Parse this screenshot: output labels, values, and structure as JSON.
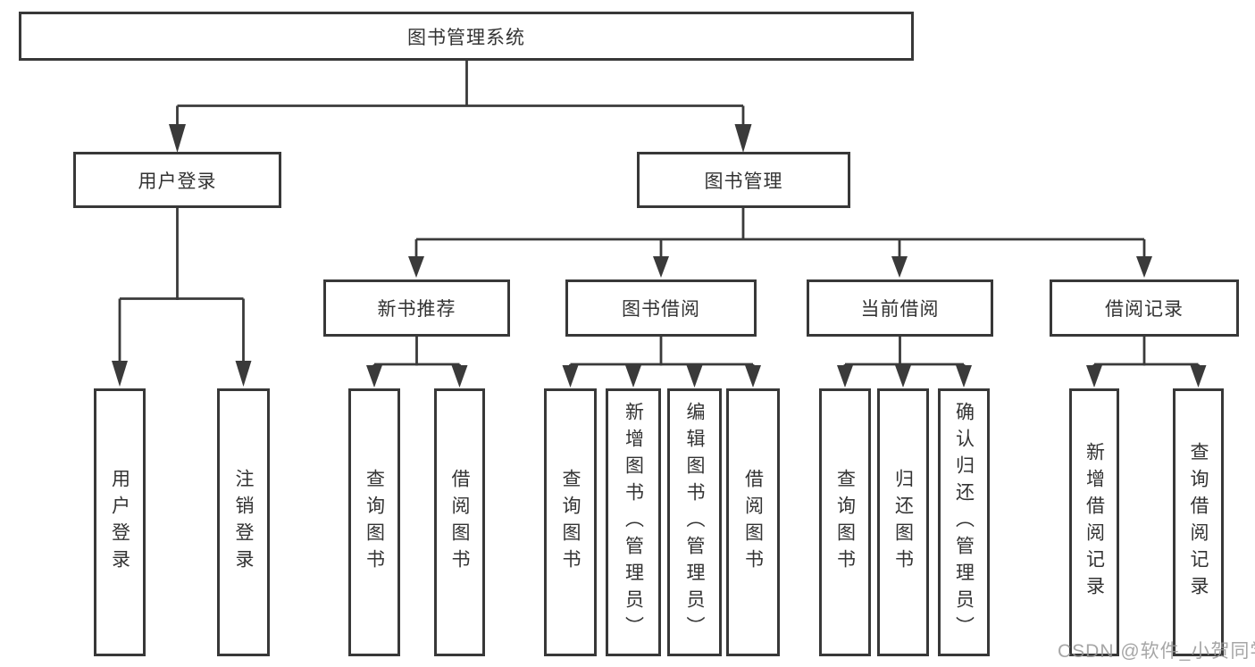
{
  "watermark": "CSDN @软件_小贺同学",
  "colors": {
    "line": "#3a3a3a",
    "box_border": "#383838",
    "box_fill": "#ffffff",
    "text": "#333333",
    "watermark_text": "#969696"
  },
  "tree": {
    "root": "图书管理系统",
    "branches": [
      {
        "label": "用户登录",
        "children": [
          "用户登录",
          "注销登录"
        ]
      },
      {
        "label": "图书管理",
        "groups": [
          {
            "label": "新书推荐",
            "children": [
              "查询图书",
              "借阅图书"
            ]
          },
          {
            "label": "图书借阅",
            "children": [
              "查询图书",
              "新增图书（管理员）",
              "编辑图书（管理员）",
              "借阅图书"
            ]
          },
          {
            "label": "当前借阅",
            "children": [
              "查询图书",
              "归还图书",
              "确认归还（管理员）"
            ]
          },
          {
            "label": "借阅记录",
            "children": [
              "新增借阅记录",
              "查询借阅记录"
            ]
          }
        ]
      }
    ]
  }
}
